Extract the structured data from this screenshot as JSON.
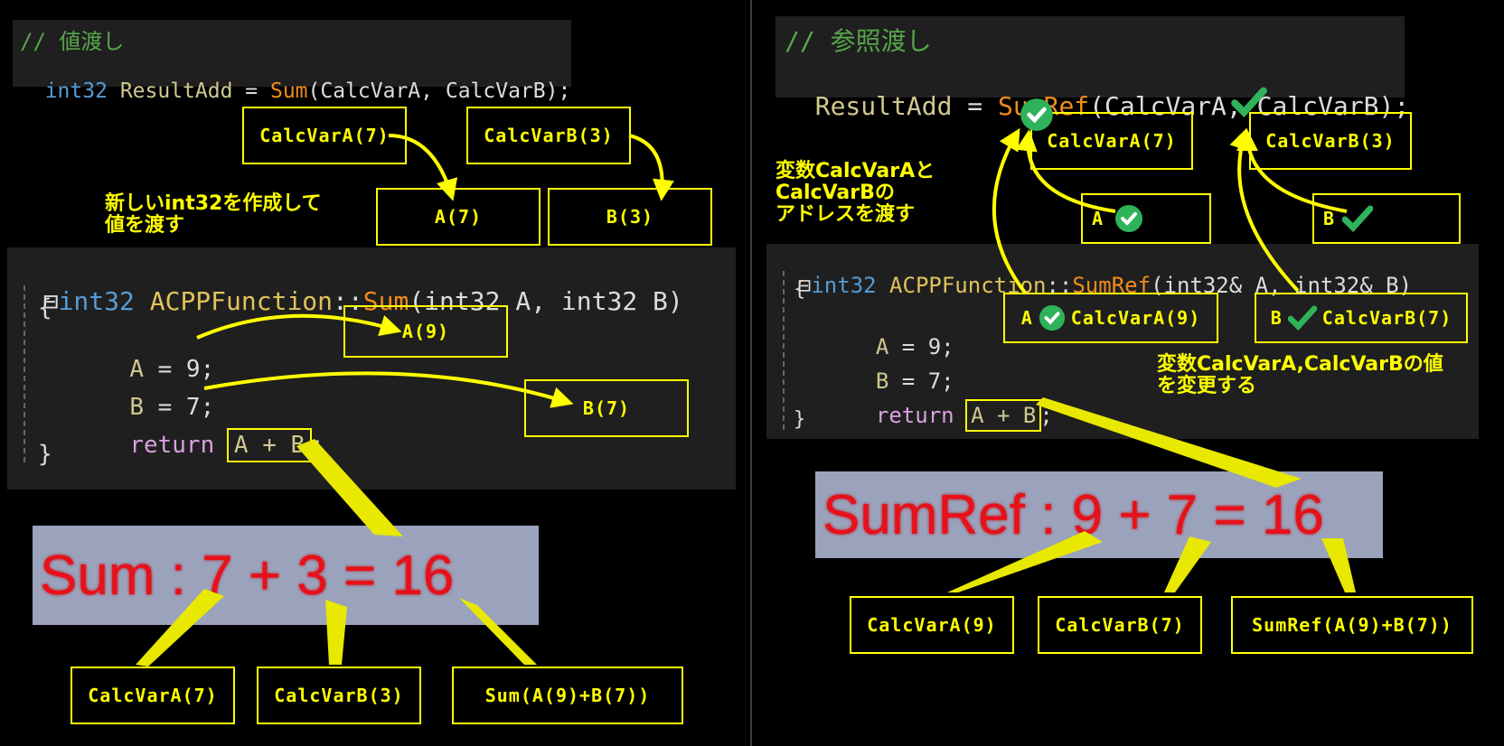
{
  "left": {
    "call_code": {
      "comment": "// 値渡し",
      "type": "int32",
      "var": "ResultAdd",
      "eq": " = ",
      "func": "Sum",
      "args": "(CalcVarA, CalcVarB);"
    },
    "boxes": {
      "calcvara": "CalcVarA(7)",
      "calcvarb": "CalcVarB(3)",
      "param_a": "A(7)",
      "param_b": "B(3)",
      "a9": "A(9)",
      "b7": "B(7)"
    },
    "note": [
      "新しいint32を作成して",
      "値を渡す"
    ],
    "func_code": {
      "collapse": "⊟",
      "sig_type": "int32",
      "sig_class": " ACPPFunction",
      "sig_sep": "::",
      "sig_func": "Sum",
      "sig_params": "(int32 A, int32 B)",
      "open": "{",
      "line_a_var": "A",
      "line_a_rest": " = 9;",
      "line_b_var": "B",
      "line_b_rest": " = 7;",
      "ret": "return",
      "ret_expr": "A + B",
      "ret_end": ";",
      "close": "}"
    },
    "result": "Sum : 7 + 3 = 16",
    "bottom_boxes": {
      "a": "CalcVarA(7)",
      "b": "CalcVarB(3)",
      "sum": "Sum(A(9)+B(7))"
    }
  },
  "right": {
    "call_code": {
      "comment": "// 参照渡し",
      "var": "ResultAdd",
      "eq": " = ",
      "func": "SumRef",
      "args": "(CalcVarA, CalcVarB);"
    },
    "boxes": {
      "calcvara": "CalcVarA(7)",
      "calcvarb": "CalcVarB(3)",
      "param_a": "A",
      "param_b": "B",
      "a_changed_label": "A",
      "a_changed": "CalcVarA(9)",
      "b_changed_label": "B",
      "b_changed": "CalcVarB(7)"
    },
    "note_top": [
      "変数CalcVarAと",
      "CalcVarBの",
      "アドレスを渡す"
    ],
    "note_mid": [
      "変数CalcVarA,CalcVarBの値",
      "を変更する"
    ],
    "func_code": {
      "collapse": "⊟",
      "sig_type": "int32",
      "sig_class": " ACPPFunction",
      "sig_sep": "::",
      "sig_func": "SumRef",
      "sig_params": "(int32& A, int32& B)",
      "open": "{",
      "line_a_var": "A",
      "line_a_rest": " = 9;",
      "line_b_var": "B",
      "line_b_rest": " = 7;",
      "ret": "return",
      "ret_expr": "A + B",
      "ret_end": ";",
      "close": "}"
    },
    "result": "SumRef : 9 + 7 = 16",
    "bottom_boxes": {
      "a": "CalcVarA(9)",
      "b": "CalcVarB(7)",
      "sum": "SumRef(A(9)+B(7))"
    }
  },
  "colors": {
    "highlight": "#ffff00",
    "check_green": "#2fb35a",
    "result_red": "#e8101a"
  },
  "icons": [
    "check-circle-icon",
    "check-mark-icon",
    "arrow-icon"
  ]
}
